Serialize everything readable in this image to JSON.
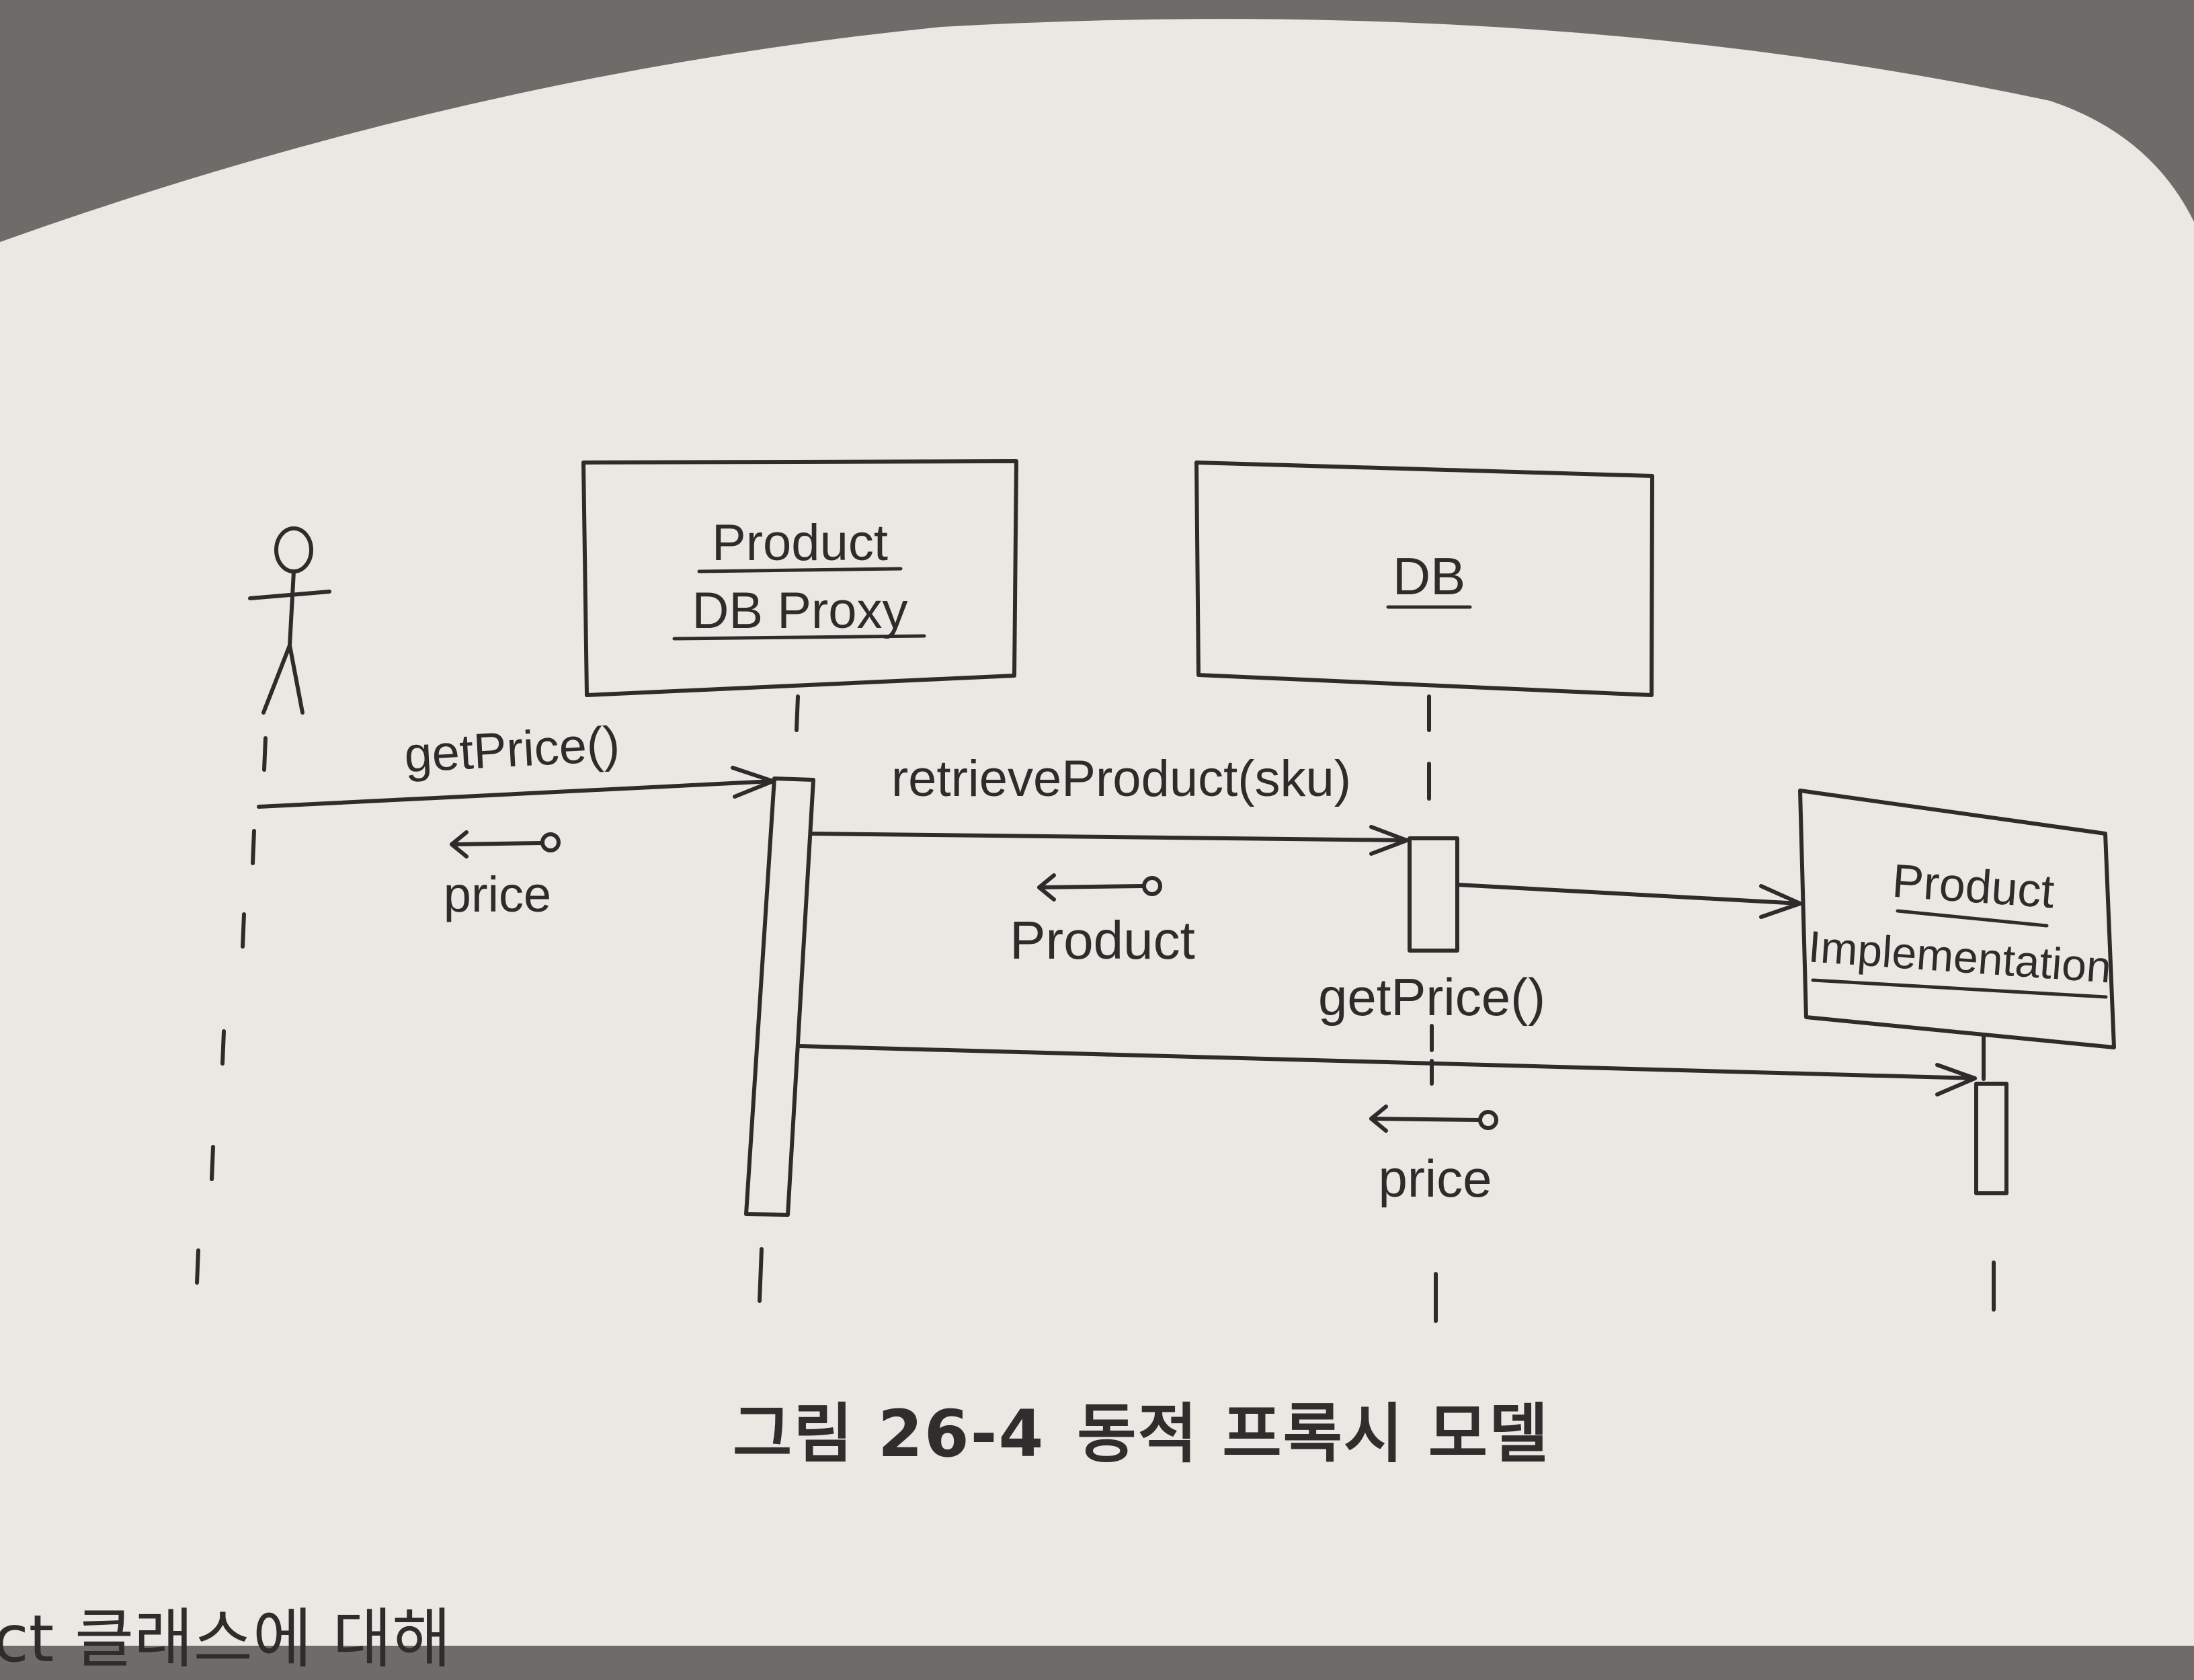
{
  "figure": {
    "participants": {
      "actor": "",
      "proxy_line1": "Product",
      "proxy_line2": "DB Proxy",
      "db": "DB",
      "impl_line1": "Product",
      "impl_line2": "Implementation"
    },
    "messages": {
      "m1": "getPrice()",
      "r1": "price",
      "m2": "retrieveProduct(sku)",
      "r2": "Product",
      "m3": "getPrice()",
      "r3": "price"
    }
  },
  "caption": {
    "number": "그림 26-4",
    "title": "동적 프록시 모델"
  },
  "page_text": {
    "bottom_line": "ct 클래스에 대해"
  },
  "colors": {
    "paper": "#e9e8e3",
    "ink": "#2d2c2a",
    "background": "#6e6b68"
  }
}
